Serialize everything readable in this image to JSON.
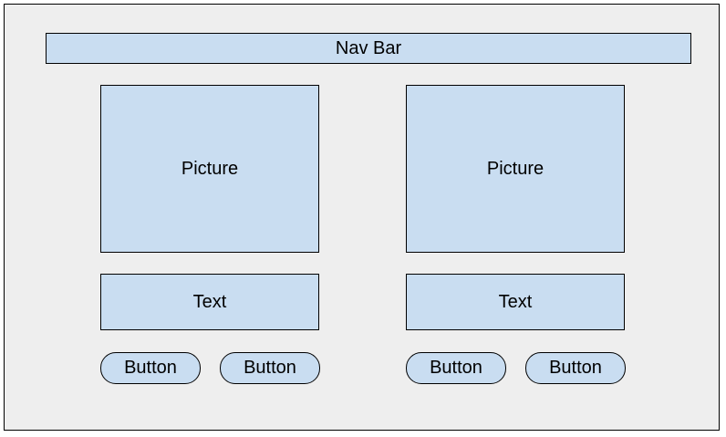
{
  "nav": {
    "label": "Nav Bar"
  },
  "cards": [
    {
      "picture_label": "Picture",
      "text_label": "Text",
      "buttons": [
        "Button",
        "Button"
      ]
    },
    {
      "picture_label": "Picture",
      "text_label": "Text",
      "buttons": [
        "Button",
        "Button"
      ]
    }
  ],
  "colors": {
    "background": "#eeeeee",
    "box_fill": "#c9ddf1",
    "border": "#000000"
  }
}
